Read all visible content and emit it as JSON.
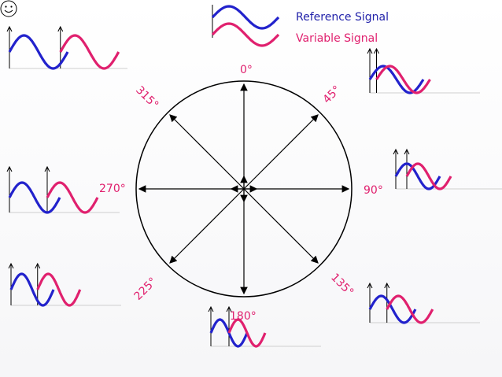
{
  "legend": {
    "reference_label": "Reference Signal",
    "variable_label": "Variable Signal"
  },
  "angle_labels": {
    "a0": "0°",
    "a45": "45°",
    "a90": "90°",
    "a135": "135°",
    "a180": "180°",
    "a225": "225°",
    "a270": "270°",
    "a315": "315°"
  },
  "icons": {
    "corner": "smiley-face-icon"
  },
  "colors": {
    "reference": "#2222cc",
    "variable": "#e0206e",
    "label": "#e0206e",
    "legend_reference_text": "#2222aa",
    "legend_variable_text": "#e0206e",
    "axis": "#000000"
  },
  "phase_examples": [
    {
      "name": "wave-0",
      "phase_deg": 0
    },
    {
      "name": "wave-45",
      "phase_deg": 45
    },
    {
      "name": "wave-90",
      "phase_deg": 90
    },
    {
      "name": "wave-135",
      "phase_deg": 135
    },
    {
      "name": "wave-180",
      "phase_deg": 180
    },
    {
      "name": "wave-225",
      "phase_deg": 225
    },
    {
      "name": "wave-270",
      "phase_deg": 270
    },
    {
      "name": "wave-315",
      "phase_deg": 315
    }
  ]
}
